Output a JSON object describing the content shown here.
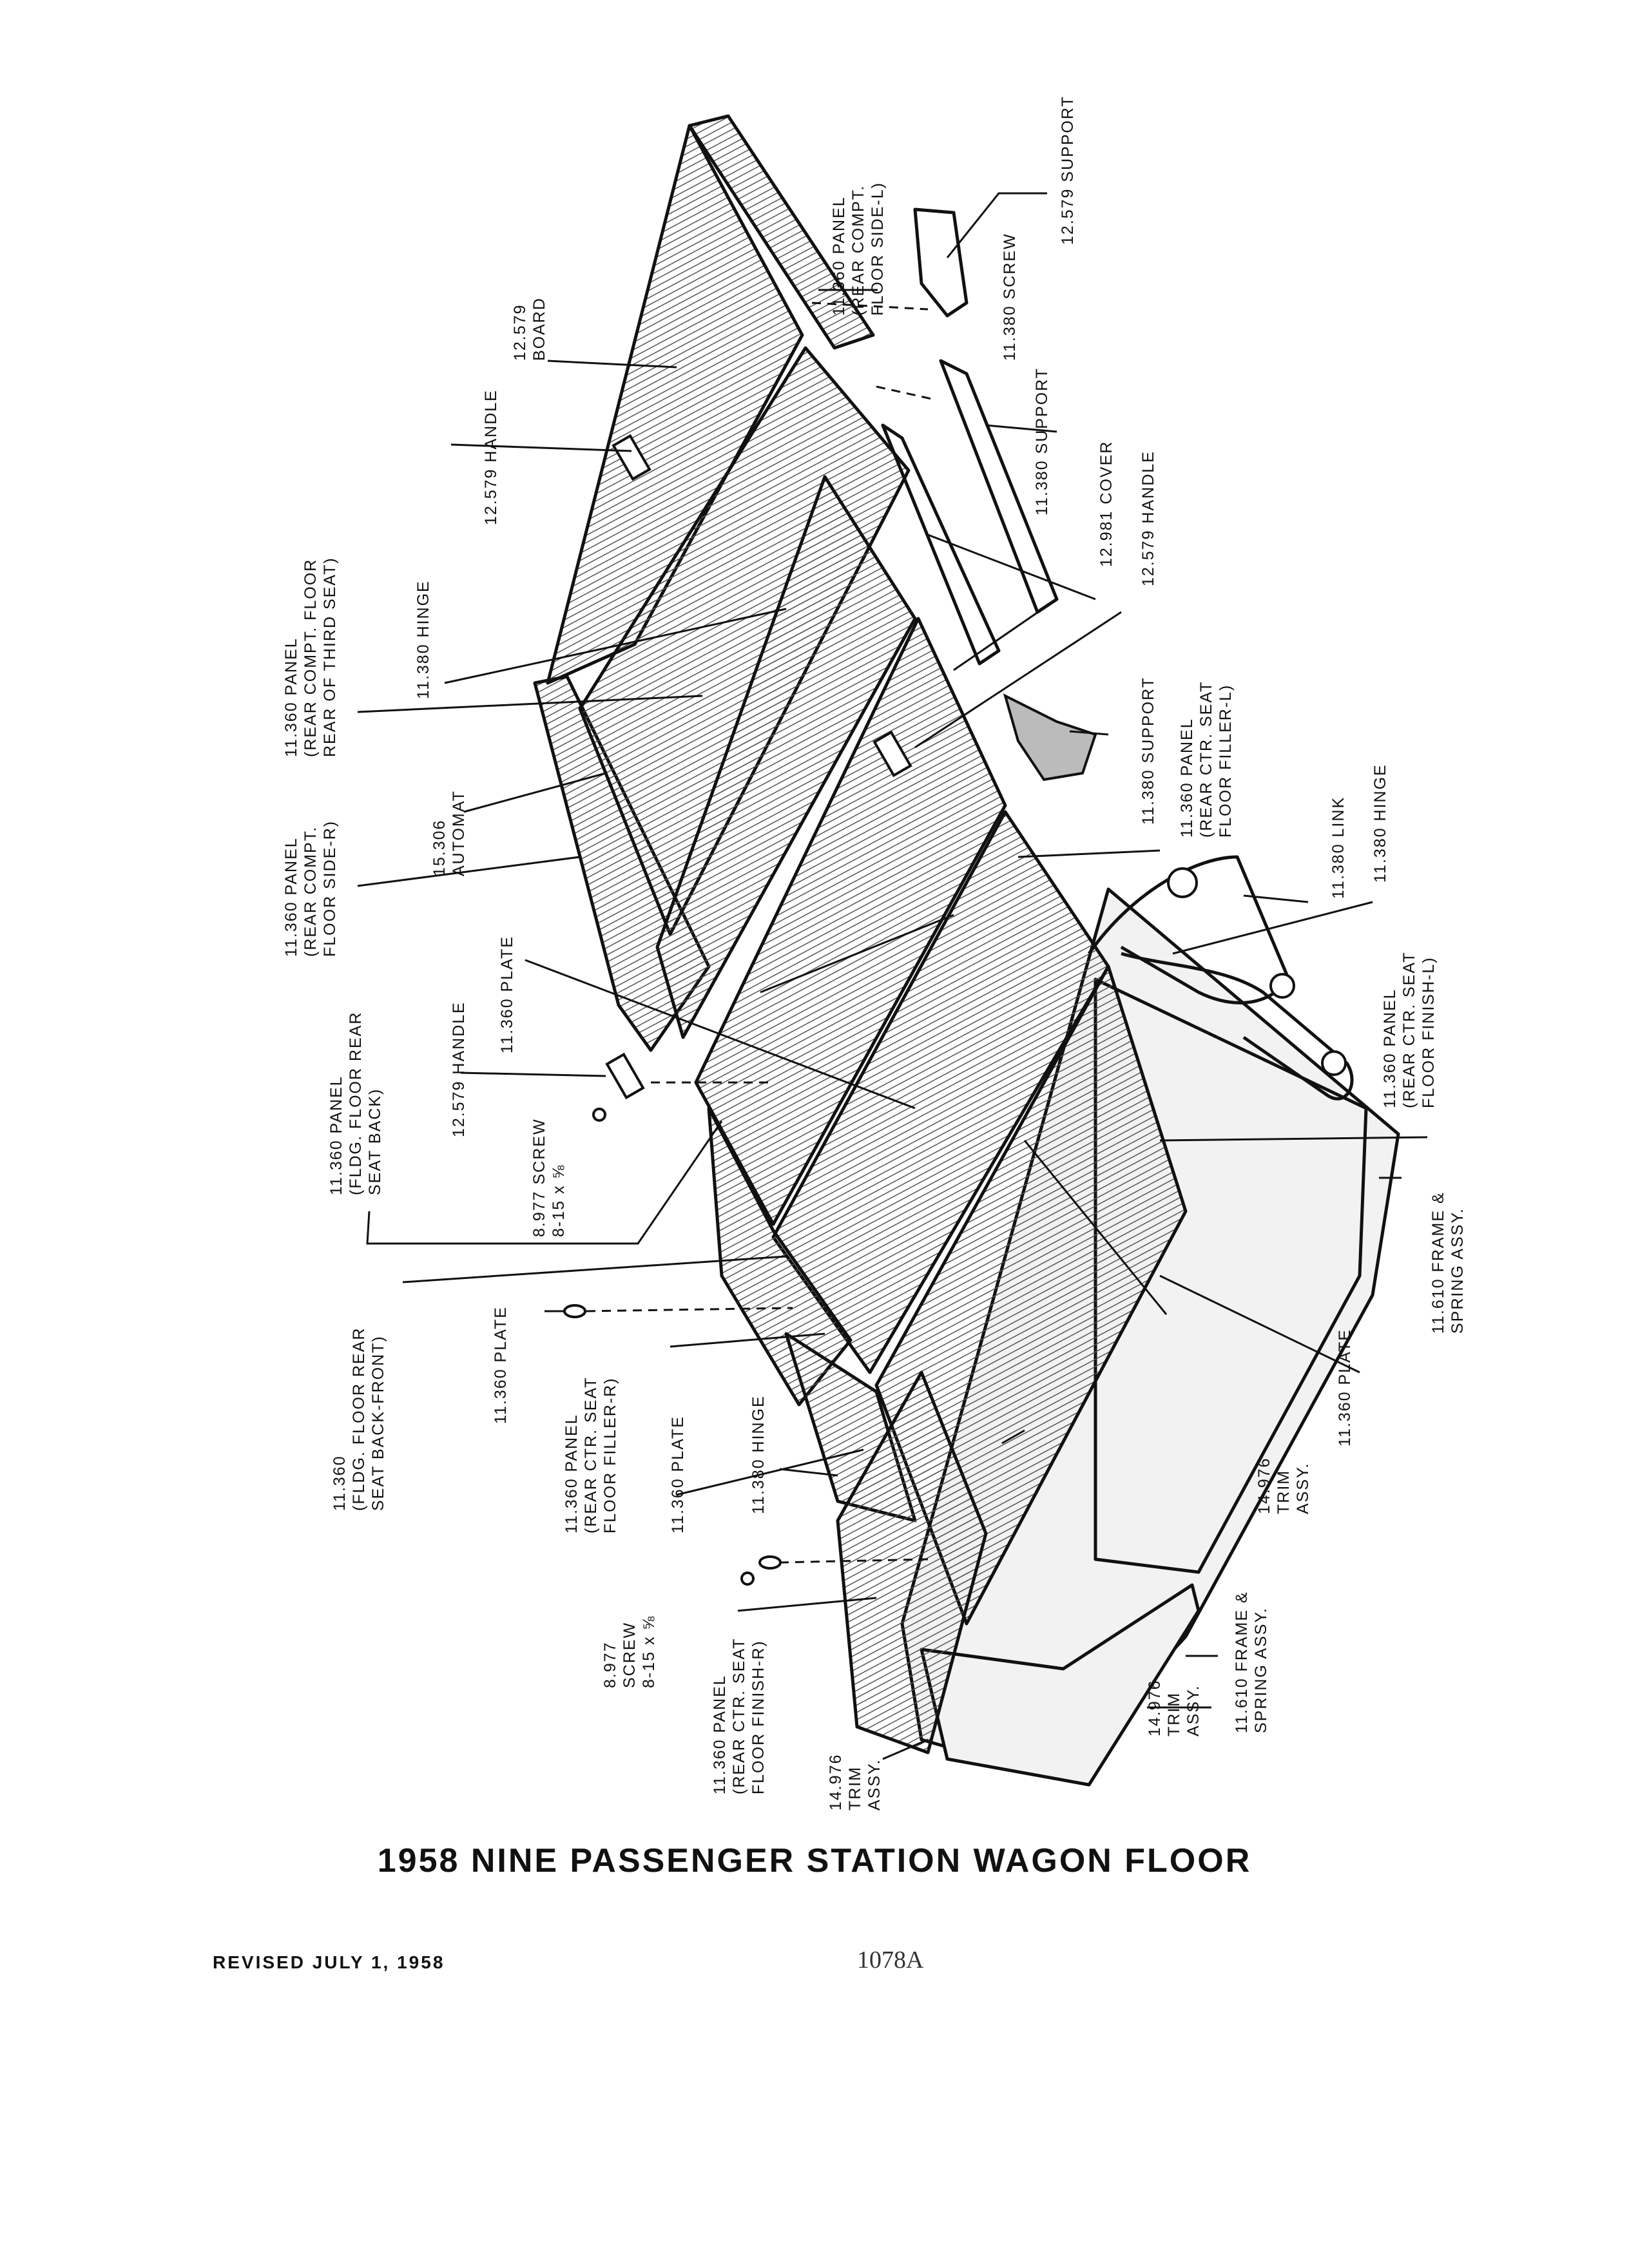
{
  "title": "1958 NINE PASSENGER STATION WAGON FLOOR",
  "footer": {
    "revised": "REVISED JULY 1, 1958",
    "page_number": "1078A"
  },
  "callouts": {
    "c1": [
      "12.579 SUPPORT"
    ],
    "c2": [
      "11.360 PANEL",
      "(REAR COMPT.",
      "FLOOR SIDE-L)"
    ],
    "c3": [
      "11.380 SCREW"
    ],
    "c4": [
      "12.579",
      "BOARD"
    ],
    "c5": [
      "11.380 SUPPORT"
    ],
    "c6": [
      "12.579 HANDLE"
    ],
    "c7": [
      "12.981 COVER"
    ],
    "c8": [
      "12.579 HANDLE"
    ],
    "c9": [
      "11.360 PANEL",
      "(REAR COMPT. FLOOR",
      "REAR OF THIRD SEAT)"
    ],
    "c10": [
      "11.380 HINGE"
    ],
    "c11": [
      "11.380 SUPPORT"
    ],
    "c12": [
      "11.360 PANEL",
      "(REAR CTR. SEAT",
      "FLOOR FILLER-L)"
    ],
    "c13": [
      "15.306",
      "AUTOMAT"
    ],
    "c14": [
      "11.360 PANEL",
      "(REAR COMPT.",
      "FLOOR SIDE-R)"
    ],
    "c15": [
      "11.380 LINK"
    ],
    "c16": [
      "11.380 HINGE"
    ],
    "c17": [
      "11.360 PLATE"
    ],
    "c18": [
      "11.360 PANEL",
      "(REAR CTR. SEAT",
      "FLOOR FINISH-L)"
    ],
    "c19": [
      "12.579 HANDLE"
    ],
    "c20": [
      "11.360 PANEL",
      "(FLDG. FLOOR REAR",
      "SEAT BACK)"
    ],
    "c21": [
      "8.977 SCREW",
      "8-15 x ⅝"
    ],
    "c22": [
      "11.610 FRAME &",
      "SPRING ASSY."
    ],
    "c23": [
      "11.360",
      "(FLDG. FLOOR REAR",
      "SEAT BACK-FRONT)"
    ],
    "c24": [
      "11.360 PLATE"
    ],
    "c25": [
      "11.360 PANEL",
      "(REAR CTR. SEAT",
      "FLOOR FILLER-R)"
    ],
    "c26": [
      "11.360 PLATE"
    ],
    "c27": [
      "11.360 PLATE"
    ],
    "c28": [
      "11.380 HINGE"
    ],
    "c29": [
      "14.976",
      "TRIM",
      "ASSY."
    ],
    "c30": [
      "8.977",
      "SCREW",
      "8-15 x ⅝"
    ],
    "c31": [
      "11.360 PANEL",
      "(REAR CTR. SEAT",
      "FLOOR FINISH-R)"
    ],
    "c32": [
      "14.976",
      "TRIM",
      "ASSY."
    ],
    "c33": [
      "14.976",
      "TRIM",
      "ASSY."
    ],
    "c34": [
      "11.610 FRAME &",
      "SPRING ASSY."
    ]
  }
}
